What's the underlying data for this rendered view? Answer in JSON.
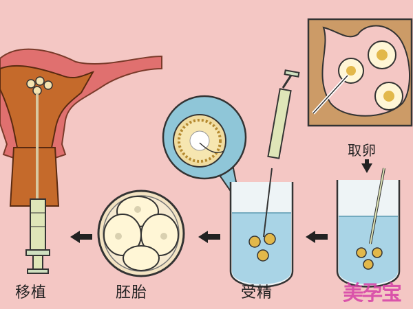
{
  "labels": {
    "transfer": "移植",
    "embryo": "胚胎",
    "fertilization": "受精",
    "retrieval": "取卵"
  },
  "watermark": "美孕宝",
  "colors": {
    "background": "#f4c7c4",
    "uterus_outer": "#e0706f",
    "uterus_inner": "#c56a2b",
    "liquid": "#a9d4e6",
    "bubble": "#8fc6d8",
    "egg": "#e2b84a",
    "cell": "#fff6d6",
    "syringe": "#dfe6b8",
    "arrow": "#222222"
  },
  "icons": [
    "uterus-icon",
    "syringe-icon",
    "embryo-icon",
    "test-tube-icon",
    "ovary-icon",
    "arrow-icon"
  ]
}
